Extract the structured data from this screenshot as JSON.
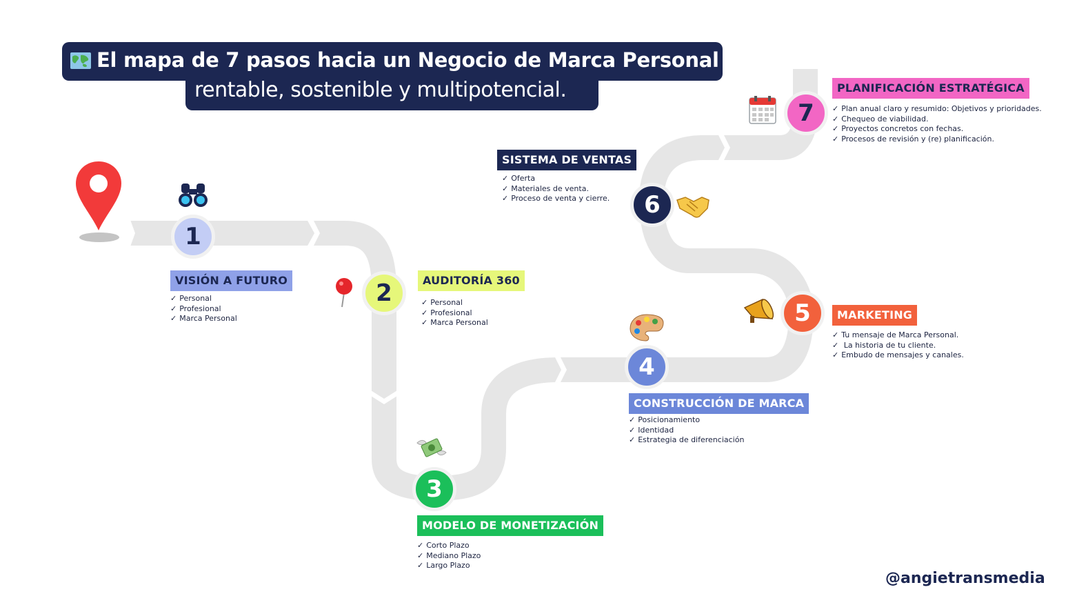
{
  "header": {
    "title": "El mapa de 7 pasos hacia un Negocio de Marca Personal",
    "subtitle": "rentable, sostenible y multipotencial."
  },
  "steps": [
    {
      "number": "1",
      "label": "VISIÓN A FUTURO",
      "items": [
        "Personal",
        "Profesional",
        "Marca Personal"
      ],
      "icon": "binoculars-icon",
      "color": "#8fa1e8",
      "circle_color": "#c3cdf5"
    },
    {
      "number": "2",
      "label": "AUDITORÍA 360",
      "items": [
        "Personal",
        "Profesional",
        "Marca Personal"
      ],
      "icon": "pin-icon",
      "color": "#e6f77a",
      "circle_color": "#e6f77a"
    },
    {
      "number": "3",
      "label": "MODELO DE MONETIZACIÓN",
      "items": [
        "Corto Plazo",
        "Mediano Plazo",
        "Largo Plazo"
      ],
      "icon": "money-with-wings-icon",
      "color": "#1bbf5a",
      "circle_color": "#1bbf5a"
    },
    {
      "number": "4",
      "label": "CONSTRUCCIÓN DE MARCA",
      "items": [
        "Posicionamiento",
        "Identidad",
        "Estrategia de diferenciación"
      ],
      "icon": "palette-icon",
      "color": "#6c87d9",
      "circle_color": "#6c87d9"
    },
    {
      "number": "5",
      "label": "MARKETING",
      "items": [
        "Tu mensaje de Marca Personal.",
        " La historia de tu cliente.",
        "Embudo de mensajes y canales."
      ],
      "icon": "megaphone-icon",
      "color": "#f2613c",
      "circle_color": "#f2613c"
    },
    {
      "number": "6",
      "label": "SISTEMA DE VENTAS",
      "items": [
        "Oferta",
        "Materiales de venta.",
        "Proceso de venta y cierre."
      ],
      "icon": "handshake-icon",
      "color": "#1c2752",
      "circle_color": "#1c2752"
    },
    {
      "number": "7",
      "label": "PLANIFICACIÓN ESTRATÉGICA",
      "items": [
        "Plan anual claro y resumido: Objetivos y prioridades.",
        "Chequeo de viabilidad.",
        "Proyectos concretos con fechas.",
        "Procesos de revisión y (re) planificación."
      ],
      "icon": "calendar-icon",
      "color": "#f266c4",
      "circle_color": "#f266c4"
    }
  ],
  "footer": {
    "handle": "@angietransmedia"
  },
  "colors": {
    "navy": "#1c2752",
    "road": "#e6e6e6",
    "pin": "#f23a3a"
  }
}
